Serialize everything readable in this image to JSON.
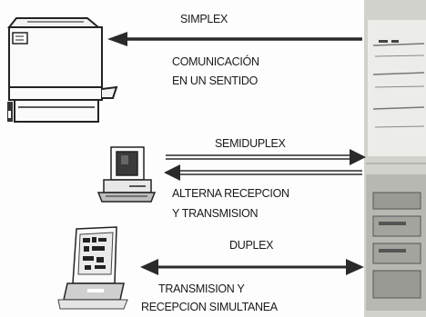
{
  "simplex": {
    "mode": "SIMPLEX",
    "line1": "COMUNICACIÓN",
    "line2": "EN UN SENTIDO"
  },
  "semiduplex": {
    "mode": "SEMIDUPLEX",
    "line1": "ALTERNA RECEPCION",
    "line2": "Y TRANSMISION"
  },
  "duplex": {
    "mode": "DUPLEX",
    "line1": "TRANSMISION Y",
    "line2": "RECEPCION SIMULTANEA"
  },
  "icons": {
    "printer": "printer-icon",
    "computer": "computer-icon",
    "terminal": "terminal-icon",
    "mainframe": "mainframe-icon"
  },
  "colors": {
    "ink": "#1a1a1a",
    "arrow": "#2a2a2a",
    "cabinet": "#c8c8c2"
  }
}
